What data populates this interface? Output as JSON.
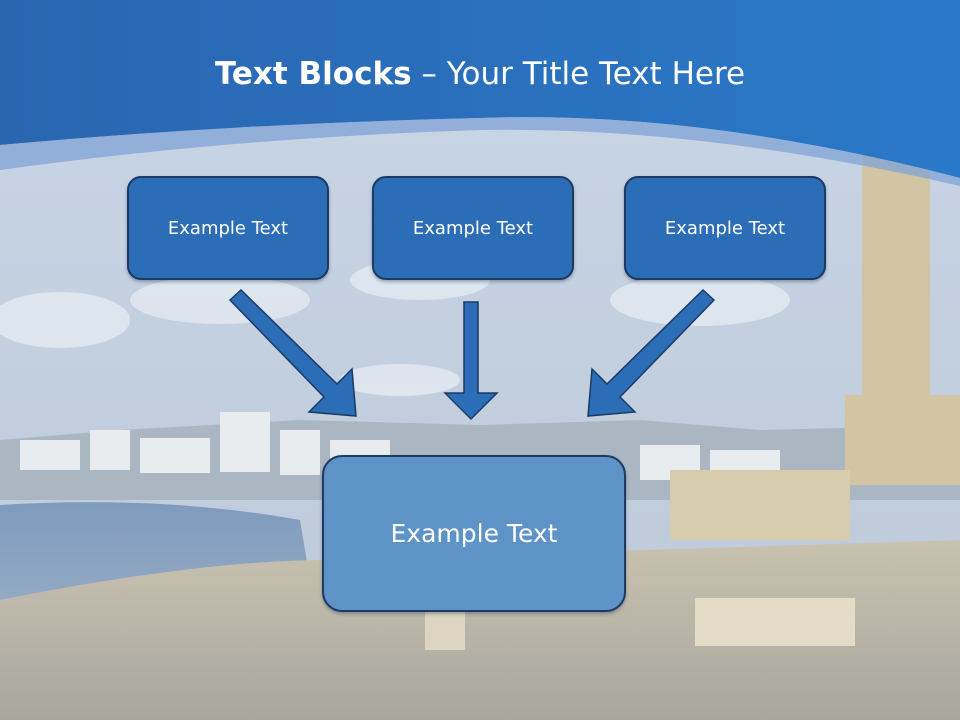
{
  "title": {
    "bold": "Text Blocks",
    "dash": " – ",
    "rest": "Your Title Text Here"
  },
  "boxes": {
    "top_left": "Example Text",
    "top_center": "Example Text",
    "top_right": "Example Text",
    "bottom": "Example Text"
  },
  "colors": {
    "header_blue": "#2a6cb9",
    "box_blue": "#2c6db8",
    "box_light_blue": "#5e93c8",
    "arrow_blue": "#2c6db8",
    "border_dark": "#1d3a63"
  }
}
